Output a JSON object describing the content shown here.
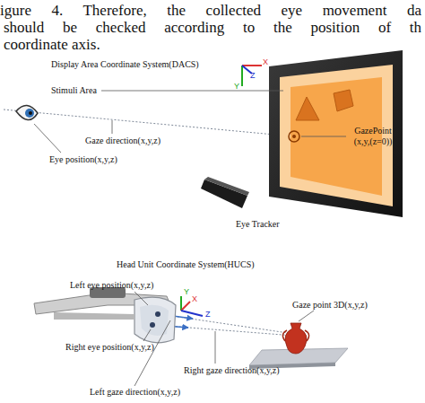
{
  "diagram": {
    "labels": [
      "igure 4. Therefore, the collected eye movement da",
      "should be checked according to the position of th",
      "coordinate axis.",
      "Display Area Coordinate System(DACS)",
      "X",
      "Z",
      "Y",
      "Stimuli Area",
      "GazePoint (x,y,(z=0))",
      "Gaze direction(x,y,z)",
      "Eye position(x,y,z)",
      "Eye Tracker",
      "Head Unit Coordinate System(HUCS)",
      "Left eye position(x,y,z)",
      "Y",
      "X",
      "Z",
      "Gaze point 3D(x,y,z)",
      "Right eye position(x,y,z)",
      "Right gaze direction(x,y,z)",
      "Left gaze direction(x,y,z)"
    ]
  }
}
